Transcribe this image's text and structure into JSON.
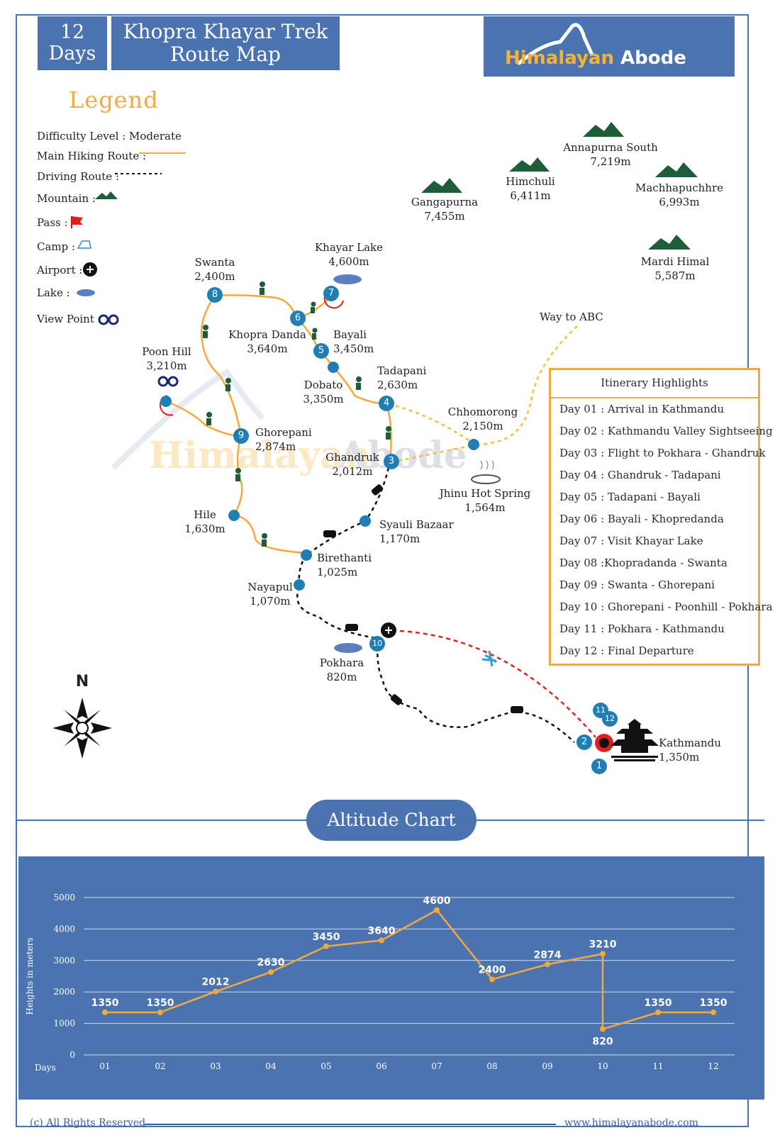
{
  "header": {
    "days_num": "12",
    "days_word": "Days",
    "title_line1": "Khopra Khayar Trek",
    "title_line2": "Route Map",
    "brand_part1": "Himalayan",
    "brand_part2": "Abode"
  },
  "legend": {
    "title": "Legend",
    "difficulty": "Difficulty Level :  Moderate",
    "hiking": "Main Hiking Route :",
    "driving": "Driving Route :",
    "mountain": "Mountain :",
    "pass": "Pass :",
    "camp": "Camp :",
    "airport": "Airport :",
    "lake": "Lake :",
    "viewpoint": "View Point :"
  },
  "colors": {
    "primary_blue": "#4a73b0",
    "route_orange": "#f5a93a",
    "stop_blue": "#1f7fb5",
    "mountain_green": "#1e5c3a",
    "flight_red": "#e02020"
  },
  "mountains": [
    {
      "name": "Annapurna South",
      "alt": "7,219m"
    },
    {
      "name": "Himchuli",
      "alt": "6,411m"
    },
    {
      "name": "Machhapuchhre",
      "alt": "6,993m"
    },
    {
      "name": "Gangapurna",
      "alt": "7,455m"
    },
    {
      "name": "Mardi Himal",
      "alt": "5,587m"
    }
  ],
  "places": {
    "khayar_lake": {
      "name": "Khayar Lake",
      "alt": "4,600m"
    },
    "swanta": {
      "name": "Swanta",
      "alt": "2,400m"
    },
    "khopra": {
      "name": "Khopra Danda",
      "alt": "3,640m"
    },
    "bayali": {
      "name": "Bayali",
      "alt": "3,450m"
    },
    "poon_hill": {
      "name": "Poon Hill",
      "alt": "3,210m"
    },
    "dobato": {
      "name": "Dobato",
      "alt": "3,350m"
    },
    "tadapani": {
      "name": "Tadapani",
      "alt": "2,630m"
    },
    "chhomorong": {
      "name": "Chhomorong",
      "alt": "2,150m"
    },
    "ghorepani": {
      "name": "Ghorepani",
      "alt": "2,874m"
    },
    "ghandruk": {
      "name": "Ghandruk",
      "alt": "2,012m"
    },
    "jhinu": {
      "name": "Jhinu Hot Spring",
      "alt": "1,564m"
    },
    "hile": {
      "name": "Hile",
      "alt": "1,630m"
    },
    "syauli": {
      "name": "Syauli Bazaar",
      "alt": "1,170m"
    },
    "birethanti": {
      "name": "Birethanti",
      "alt": "1,025m"
    },
    "nayapul": {
      "name": "Nayapul",
      "alt": "1,070m"
    },
    "pokhara": {
      "name": "Pokhara",
      "alt": "820m"
    },
    "kathmandu": {
      "name": "Kathmandu",
      "alt": "1,350m"
    },
    "way_abc": "Way to ABC"
  },
  "stops": [
    "1",
    "2",
    "3",
    "4",
    "5",
    "6",
    "7",
    "8",
    "9",
    "10",
    "11",
    "12"
  ],
  "compass": "N",
  "itinerary": {
    "title": "Itinerary Highlights",
    "days": [
      "Day 01 : Arrival in Kathmandu",
      "Day 02 : Kathmandu Valley Sightseeing",
      "Day 03 : Flight to Pokhara - Ghandruk",
      "Day 04 : Ghandruk - Tadapani",
      "Day 05 : Tadapani - Bayali",
      "Day 06 : Bayali - Khopredanda",
      "Day 07 : Visit Khayar Lake",
      "Day 08 :Khopradanda - Swanta",
      "Day 09 : Swanta - Ghorepani",
      "Day 10 : Ghorepani - Poonhill - Pokhara",
      "Day 11 : Pokhara - Kathmandu",
      "Day 12 : Final Departure"
    ]
  },
  "altitude_title": "Altitude Chart",
  "chart_data": {
    "type": "line",
    "categories": [
      "01",
      "02",
      "03",
      "04",
      "05",
      "06",
      "07",
      "08",
      "09",
      "10",
      "11",
      "12"
    ],
    "series": [
      {
        "values": [
          1350,
          1350,
          2012,
          2630,
          3450,
          3640,
          4600,
          2400,
          2874,
          3210,
          820,
          1350,
          1350
        ]
      }
    ],
    "x_points": [
      1,
      2,
      3,
      4,
      5,
      6,
      7,
      8,
      9,
      10,
      10,
      11,
      12
    ],
    "point_labels": [
      "1350",
      "1350",
      "2012",
      "2630",
      "3450",
      "3640",
      "4600",
      "2400",
      "2874",
      "3210",
      "820",
      "1350",
      "1350"
    ],
    "ylabel": "Heights in meters",
    "xlabel": "Days",
    "yticks": [
      "0",
      "1000",
      "2000",
      "3000",
      "4000",
      "5000"
    ],
    "ylim": [
      0,
      5000
    ],
    "grid": true
  },
  "footer": {
    "left": "(c) All Rights Reserved",
    "right": "www.himalayanabode.com"
  }
}
